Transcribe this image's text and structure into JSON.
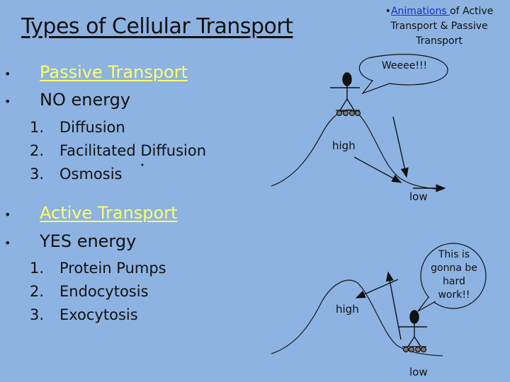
{
  "slide": {
    "title": "Types of Cellular Transport",
    "corner_note": {
      "bullet": "•",
      "link_text": "Animations ",
      "rest_line1": "of Active",
      "line2": "Transport & Passive",
      "line3": "Transport"
    },
    "passive": {
      "heading": "Passive Transport",
      "subheading": "NO energy",
      "items": [
        {
          "num": "1.",
          "text": "Diffusion"
        },
        {
          "num": "2.",
          "text": "Facilitated Diffusion"
        },
        {
          "num": "3.",
          "text": "Osmosis"
        }
      ]
    },
    "active": {
      "heading": "Active Transport",
      "subheading": "YES energy",
      "items": [
        {
          "num": "1.",
          "text": "Protein Pumps"
        },
        {
          "num": "2.",
          "text": "Endocytosis"
        },
        {
          "num": "3.",
          "text": "Exocytosis"
        }
      ]
    },
    "bullets": [
      "•",
      "•",
      "•",
      "•"
    ],
    "diagram_top": {
      "speech": "Weeee!!!",
      "high_label": "high",
      "low_label": "low"
    },
    "diagram_bottom": {
      "speech_line1": "This is",
      "speech_line2": "gonna be",
      "speech_line3": "hard",
      "speech_line4": "work!!",
      "high_label": "high",
      "low_label": "low"
    }
  },
  "colors": {
    "background": "#8db3e2",
    "link_heading": "#ffff66",
    "hyperlink": "#1030c0",
    "speech_bubble": "#8db3e2"
  }
}
